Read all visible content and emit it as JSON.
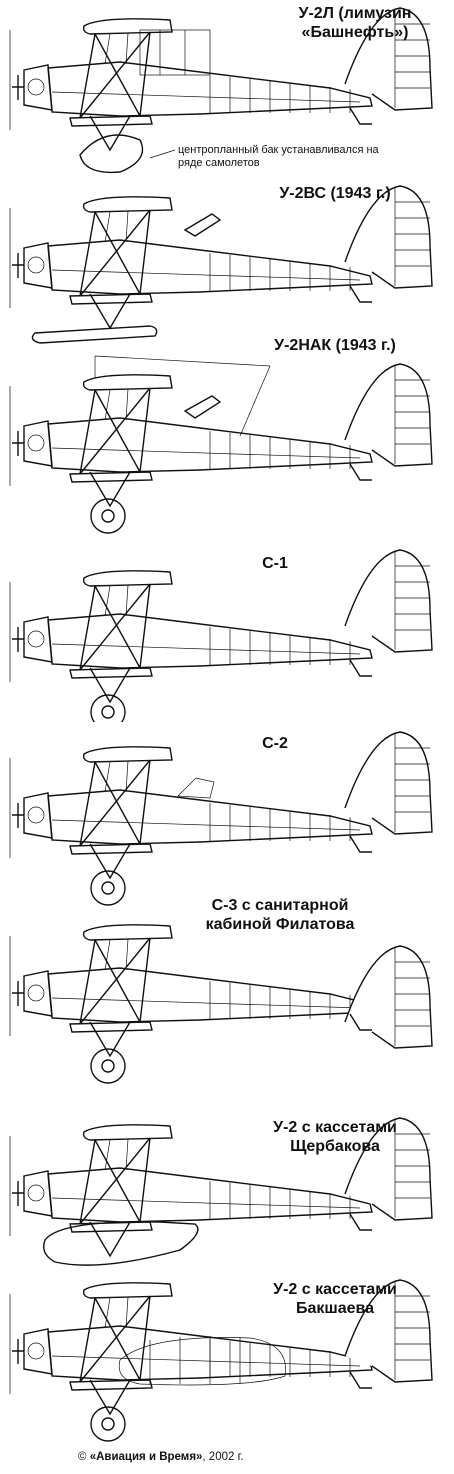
{
  "figures": [
    {
      "id": "u2l",
      "title": "У-2Л (лимузин\n«Башнефть»)",
      "note": "центропланный бак устанавливался на\nряде самолетов"
    },
    {
      "id": "u2vs",
      "title": "У-2ВС (1943 г.)"
    },
    {
      "id": "u2nak",
      "title": "У-2НАК (1943 г.)"
    },
    {
      "id": "s1",
      "title": "С-1"
    },
    {
      "id": "s2",
      "title": "С-2"
    },
    {
      "id": "s3",
      "title": "С-3 с санитарной\nкабиной Филатова"
    },
    {
      "id": "u2shch",
      "title": "У-2 с кассетами\nЩербакова"
    },
    {
      "id": "u2bak",
      "title": "У-2 с кассетами\nБакшаева"
    }
  ],
  "copyright": {
    "symbol": "©",
    "name": "«Авиация и Время»",
    "year": ", 2002 г."
  }
}
